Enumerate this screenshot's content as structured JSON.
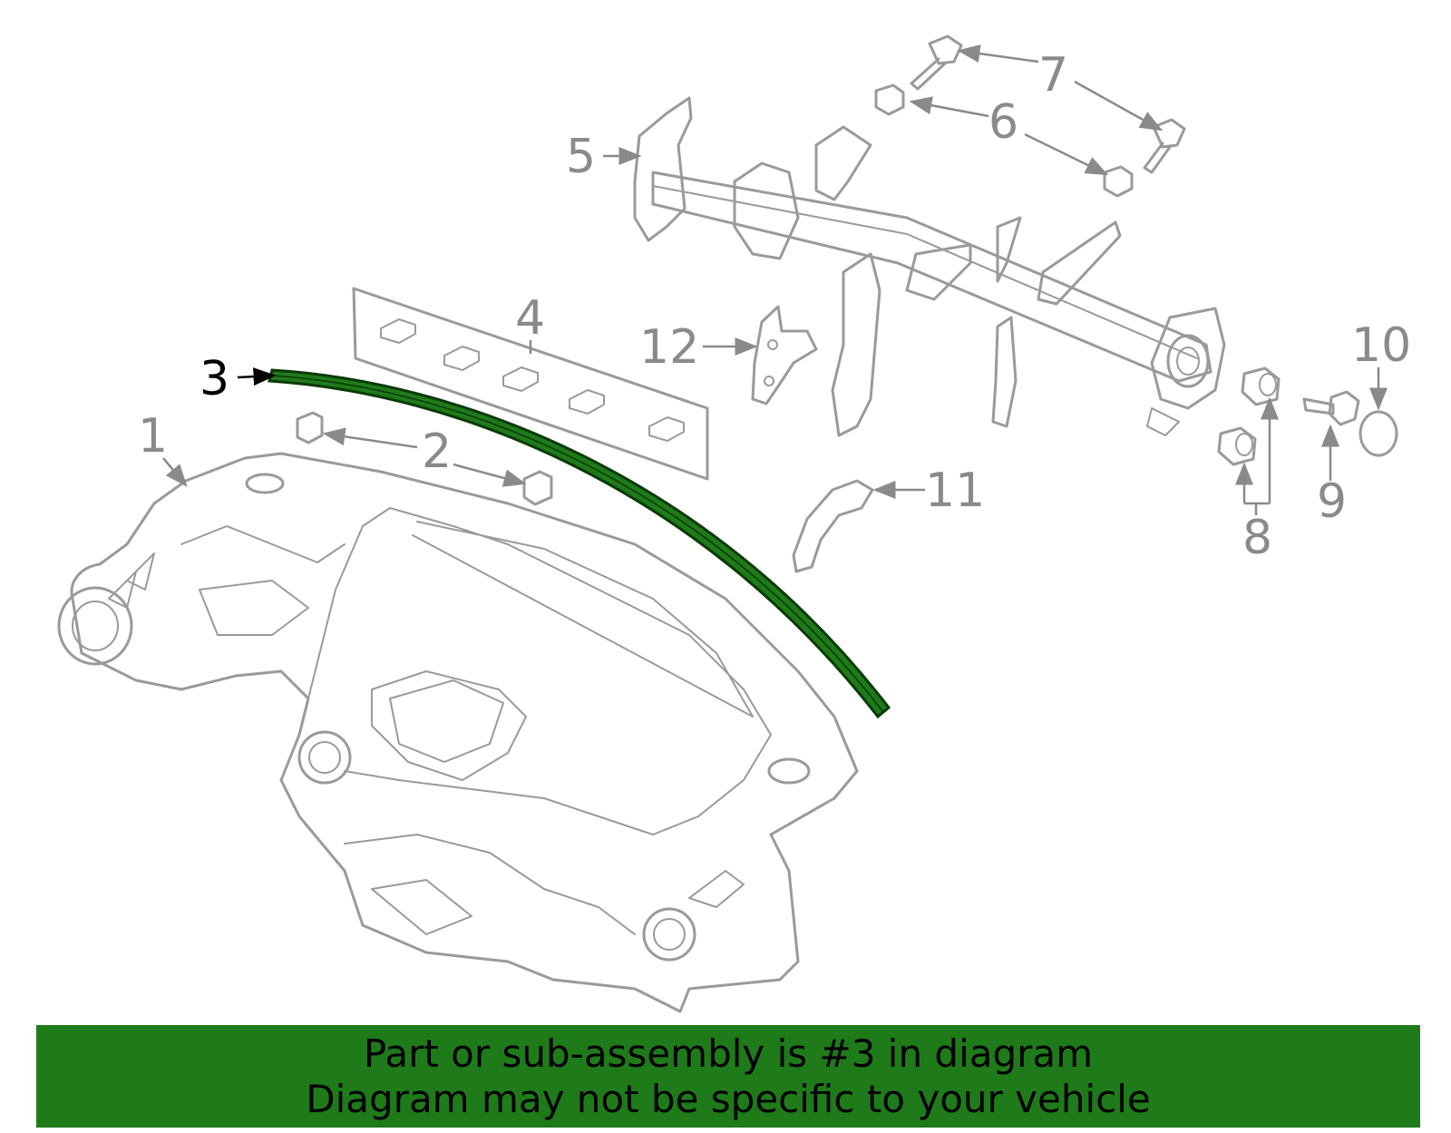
{
  "callouts": [
    {
      "id": "1",
      "label": "1"
    },
    {
      "id": "2",
      "label": "2"
    },
    {
      "id": "3",
      "label": "3"
    },
    {
      "id": "4",
      "label": "4"
    },
    {
      "id": "5",
      "label": "5"
    },
    {
      "id": "6",
      "label": "6"
    },
    {
      "id": "7",
      "label": "7"
    },
    {
      "id": "8",
      "label": "8"
    },
    {
      "id": "9",
      "label": "9"
    },
    {
      "id": "10",
      "label": "10"
    },
    {
      "id": "11",
      "label": "11"
    },
    {
      "id": "12",
      "label": "12"
    }
  ],
  "highlighted_part": "3",
  "highlight_color": "#1f7a1a",
  "banner": {
    "line1": "Part or sub-assembly is #3 in diagram",
    "line2": "Diagram may not be specific to your vehicle",
    "background": "#1f7a1a"
  }
}
